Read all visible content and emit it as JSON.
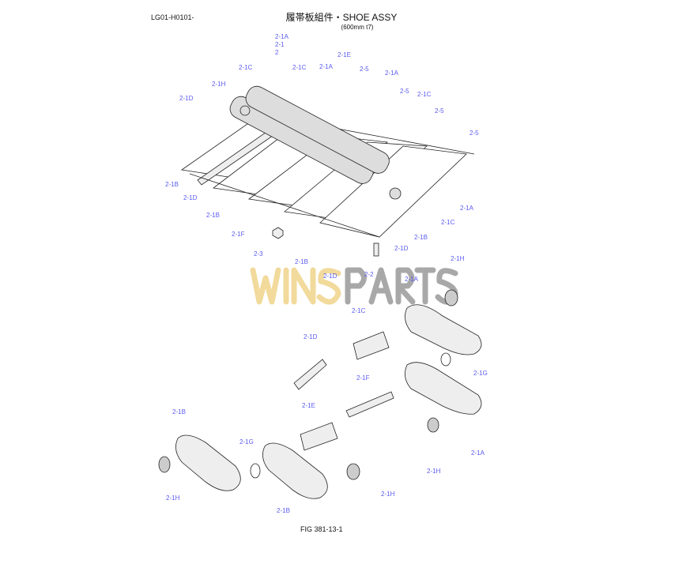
{
  "header": {
    "code": "LG01-H0101-",
    "title": "履帯板組件・SHOE ASSY",
    "subtitle": "(600mm t7)"
  },
  "watermark": {
    "part1": "WINS",
    "part2": "PARTS"
  },
  "callouts": [
    "2-1A",
    "2-1",
    "2",
    "2-1E",
    "2-1C",
    "2-1C",
    "2-1A",
    "2-5",
    "2-1A",
    "2-1H",
    "2-5",
    "2-1C",
    "2-1D",
    "2-5",
    "2-5",
    "2-1B",
    "2-1D",
    "2-1B",
    "2-1A",
    "2-1C",
    "2-1F",
    "2-1B",
    "2-1D",
    "2-3",
    "2-1B",
    "2-1D",
    "2-2",
    "2-1A",
    "2-1H",
    "2-1C",
    "2-1D",
    "2-1G",
    "2-1F",
    "2-1E",
    "2-1B",
    "2-1G",
    "2-1A",
    "2-1H",
    "2-1H",
    "2-1H",
    "2-1B"
  ],
  "footer": "FIG 381-13-1",
  "colors": {
    "label": "#5a5af0",
    "watermark_gold": "#efd48a",
    "watermark_gray": "#9a9a9a"
  }
}
